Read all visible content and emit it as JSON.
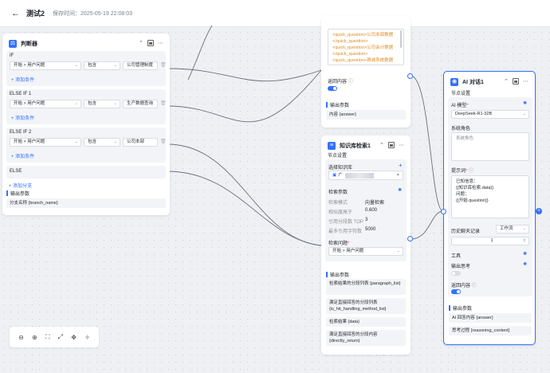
{
  "topbar": {
    "back_icon": "←",
    "title": "测试2",
    "save_time": "保存时间：2025-05-19 22:08:03"
  },
  "judge_node": {
    "title": "判断器",
    "branches": [
      {
        "label": "IF",
        "field": "开始 > 用户问题",
        "op": "包含",
        "value": "公司管理制度",
        "add": "+ 添加条件"
      },
      {
        "label": "ELSE IF 1",
        "field": "开始 > 用户问题",
        "op": "包含",
        "value": "生产数据查询",
        "add": "+ 添加条件"
      },
      {
        "label": "ELSE IF 2",
        "field": "开始 > 用户问题",
        "op": "包含",
        "value": "公司本部",
        "add": "+ 添加条件"
      }
    ],
    "else_label": "ELSE",
    "add_branch": "+ 添加分支",
    "output_title": "输出参数",
    "output_value": "分支名称 {branch_name}"
  },
  "top_node": {
    "code_lines": [
      "<quick_question>公司本部数据",
      "</quick_question>",
      "<quick_question>公司会计数据",
      "</quick_question>",
      "<quick_question>昂诚系统数据"
    ],
    "return_label": "返回内容",
    "output_title": "输出参数",
    "output_value": "内容 {answer}"
  },
  "kb_node": {
    "title": "知识库检索1",
    "settings": "节点设置",
    "select_kb": "选择知识库",
    "kb_prefix": "广",
    "params_title": "检索参数",
    "params": [
      {
        "k": "检索模式",
        "v": "向量检索"
      },
      {
        "k": "相似度高于",
        "v": "0.600"
      },
      {
        "k": "引用分段数 TOP",
        "v": "3"
      },
      {
        "k": "最多引用字符数",
        "v": "5000"
      }
    ],
    "question_label": "检索问题",
    "question_value": "开始 > 用户问题",
    "output_title": "输出参数",
    "outputs": [
      "检索结果的分段列表 {paragraph_list}",
      "满足直接回答的分段列表 {is_hit_handling_method_list}",
      "检索结果 {data}",
      "满足直接回答的分段内容 {directly_return}"
    ]
  },
  "ai_node": {
    "title": "AI 对话1",
    "settings": "节点设置",
    "model_label": "AI 模型",
    "model_value": "DeepSeek-R1-32B",
    "role_label": "系统角色",
    "role_placeholder": "系统角色",
    "prompt_label": "提示词",
    "prompt_lines": [
      "已知信息：",
      "{{知识库检索.data}}",
      "问题：",
      "{{开始.question}}"
    ],
    "history_label": "历史聊天记录",
    "history_mode": "工作流",
    "history_count": "1",
    "tools_label": "工具",
    "reasoning_label": "输出思考",
    "return_label": "返回内容",
    "output_title": "输出参数",
    "outputs": [
      "AI 回答内容 {answer}",
      "思考过程 {reasoning_content}"
    ]
  },
  "toolbar": {
    "icons": [
      "zoom-out-icon",
      "zoom-in-icon",
      "fit-view-icon",
      "fullscreen-icon",
      "move-icon",
      "magic-icon"
    ]
  },
  "colors": {
    "accent": "#3370ff",
    "canvas": "#eef0f4"
  }
}
